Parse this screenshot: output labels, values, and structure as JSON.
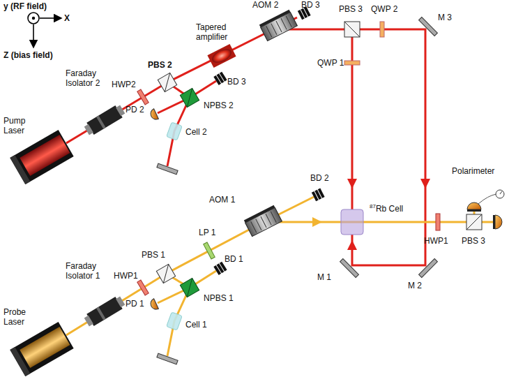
{
  "diagram": {
    "labels": [
      "y (RF field)",
      "X",
      "Z (bias field)",
      "AOM 2",
      "BD 3",
      "PBS 3",
      "QWP 2",
      "M 3",
      "Tapered amplifier",
      "Faraday Isolator 2",
      "HWP2",
      "PBS 2",
      "Pump Laser",
      "BD 3",
      "NPBS 2",
      "PD 2",
      "Cell 2",
      "QWP 1",
      "BD 2",
      "AOM 1",
      "87Rb Cell",
      "Polarimeter",
      "HWP1",
      "PBS 3",
      "LP 1",
      "PBS 1",
      "HWP1",
      "Faraday Isolator 1",
      "BD 1",
      "NPBS 1",
      "PD 1",
      "Cell 1",
      "Probe Laser",
      "M 1",
      "M 2"
    ]
  }
}
